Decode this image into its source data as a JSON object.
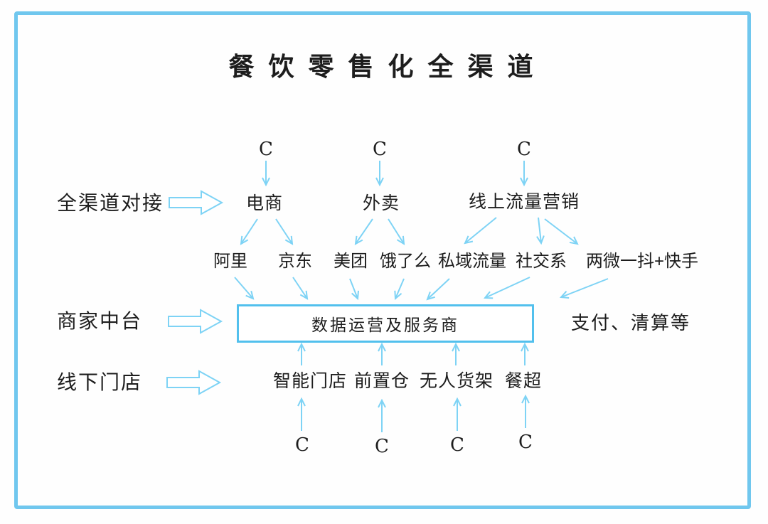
{
  "title": "餐 饮 零 售 化 全 渠 道",
  "consumer": "C",
  "rows": {
    "omnichannel": "全渠道对接",
    "merchant_platform": "商家中台",
    "offline_stores": "线下门店"
  },
  "online_channels": [
    "电商",
    "外卖",
    "线上流量营销"
  ],
  "platforms": [
    "阿里",
    "京东",
    "美团",
    "饿了么",
    "私域流量",
    "社交系",
    "两微一抖+快手"
  ],
  "hub": "数据运营及服务商",
  "side_note": "支付、清算等",
  "offline_formats": [
    "智能门店",
    "前置仓",
    "无人货架",
    "餐超"
  ],
  "colors": {
    "arrow": "#7ed3f5",
    "frame": "#70c7ee",
    "hub_border": "#52c0ed",
    "text": "#1d1d1d"
  }
}
